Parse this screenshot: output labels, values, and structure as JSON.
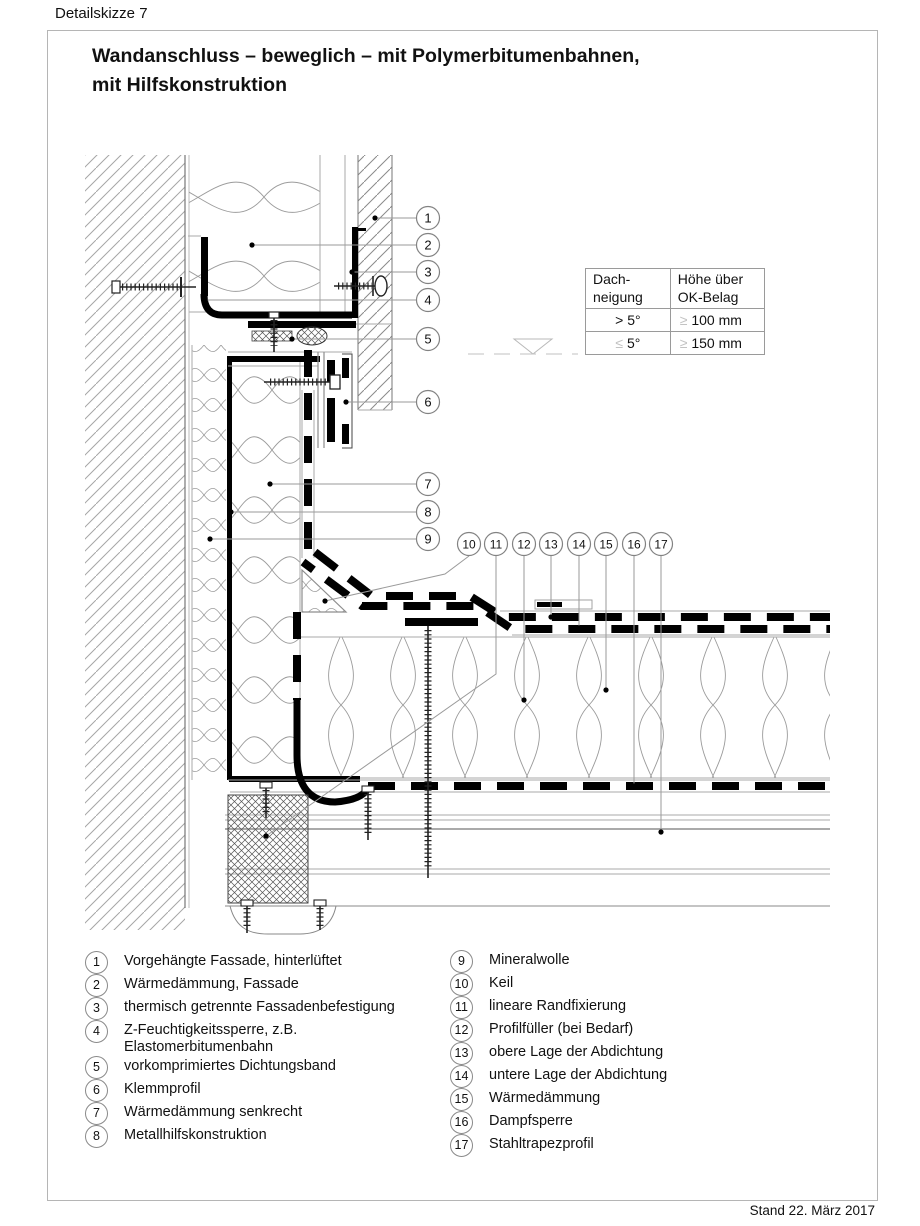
{
  "page": {
    "header": "Detailskizze 7",
    "footer": "Stand 22. März 2017"
  },
  "title": {
    "line1": "Wandanschluss – beweglich – mit Polymerbitumenbahnen,",
    "line2": "mit Hilfskonstruktion"
  },
  "table": {
    "col1_header_line1": "Dach-",
    "col1_header_line2": "neigung",
    "col2_header_line1": "Höhe über",
    "col2_header_line2": "OK-Belag",
    "rows": [
      {
        "slope_symbol": ">",
        "slope": "5°",
        "height_symbol": "≥",
        "height": "100 mm"
      },
      {
        "slope_symbol": "≤",
        "slope": "5°",
        "height_symbol": "≥",
        "height": "150 mm"
      }
    ]
  },
  "callouts": [
    "1",
    "2",
    "3",
    "4",
    "5",
    "6",
    "7",
    "8",
    "9",
    "10",
    "11",
    "12",
    "13",
    "14",
    "15",
    "16",
    "17"
  ],
  "legend": {
    "left": [
      {
        "num": "1",
        "label": "Vorgehängte Fassade, hinterlüftet"
      },
      {
        "num": "2",
        "label": "Wärmedämmung, Fassade"
      },
      {
        "num": "3",
        "label": "thermisch getrennte Fassadenbefestigung"
      },
      {
        "num": "4",
        "label": "Z-Feuchtigkeitssperre, z.B.",
        "label2": "Elastomerbitumenbahn"
      },
      {
        "num": "5",
        "label": "vorkomprimiertes Dichtungsband"
      },
      {
        "num": "6",
        "label": "Klemmprofil"
      },
      {
        "num": "7",
        "label": "Wärmedämmung senkrecht"
      },
      {
        "num": "8",
        "label": "Metallhilfskonstruktion"
      }
    ],
    "right": [
      {
        "num": "9",
        "label": "Mineralwolle"
      },
      {
        "num": "10",
        "label": "Keil"
      },
      {
        "num": "11",
        "label": "lineare Randfixierung"
      },
      {
        "num": "12",
        "label": "Profilfüller (bei Bedarf)"
      },
      {
        "num": "13",
        "label": "obere Lage der Abdichtung"
      },
      {
        "num": "14",
        "label": "untere Lage der Abdichtung"
      },
      {
        "num": "15",
        "label": "Wärmedämmung"
      },
      {
        "num": "16",
        "label": "Dampfsperre"
      },
      {
        "num": "17",
        "label": "Stahltrapezprofil"
      }
    ]
  },
  "colors": {
    "line_gray": "#9a9a9a",
    "drawing_black": "#000000",
    "symbol_light_gray": "#c3c3c3"
  }
}
